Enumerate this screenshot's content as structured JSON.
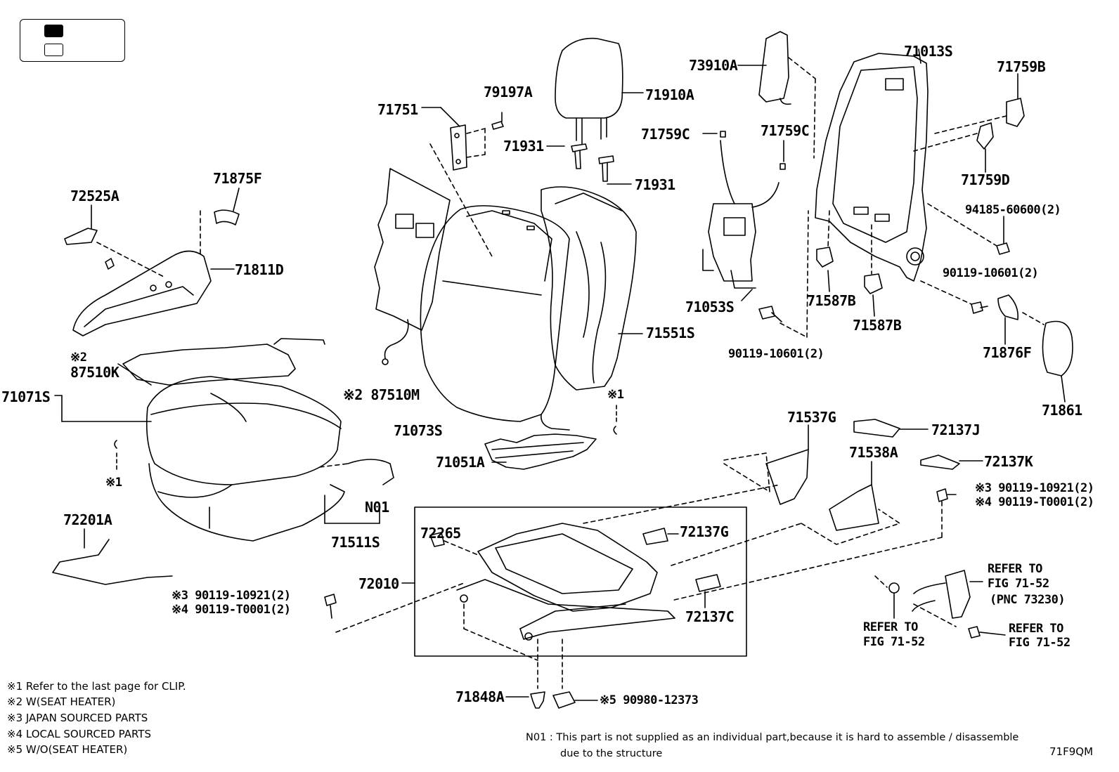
{
  "diagram": {
    "labels": [
      {
        "id": "71013S",
        "text": "71013S"
      },
      {
        "id": "71759B",
        "text": "71759B"
      },
      {
        "id": "73910A",
        "text": "73910A"
      },
      {
        "id": "71910A",
        "text": "71910A"
      },
      {
        "id": "79197A",
        "text": "79197A"
      },
      {
        "id": "71751",
        "text": "71751"
      },
      {
        "id": "71759C_a",
        "text": "71759C"
      },
      {
        "id": "71759C_b",
        "text": "71759C"
      },
      {
        "id": "71931_a",
        "text": "71931"
      },
      {
        "id": "71931_b",
        "text": "71931"
      },
      {
        "id": "71759D",
        "text": "71759D"
      },
      {
        "id": "71875F",
        "text": "71875F"
      },
      {
        "id": "72525A",
        "text": "72525A"
      },
      {
        "id": "94185",
        "text": "94185-60600(2)"
      },
      {
        "id": "71811D",
        "text": "71811D"
      },
      {
        "id": "90119_10601_r",
        "text": "90119-10601(2)"
      },
      {
        "id": "71053S",
        "text": "71053S"
      },
      {
        "id": "71587B_a",
        "text": "71587B"
      },
      {
        "id": "71587B_b",
        "text": "71587B"
      },
      {
        "id": "71876F",
        "text": "71876F"
      },
      {
        "id": "71551S",
        "text": "71551S"
      },
      {
        "id": "90119_10601_c",
        "text": "90119-10601(2)"
      },
      {
        "id": "87510K_mark",
        "text": "※2"
      },
      {
        "id": "87510K",
        "text": "87510K"
      },
      {
        "id": "71071S",
        "text": "71071S"
      },
      {
        "id": "87510M",
        "text": "※2 87510M"
      },
      {
        "id": "x1_a",
        "text": "※1"
      },
      {
        "id": "71861",
        "text": "71861"
      },
      {
        "id": "71073S",
        "text": "71073S"
      },
      {
        "id": "71537G",
        "text": "71537G"
      },
      {
        "id": "72137J",
        "text": "72137J"
      },
      {
        "id": "71051A",
        "text": "71051A"
      },
      {
        "id": "71538A",
        "text": "71538A"
      },
      {
        "id": "72137K",
        "text": "72137K"
      },
      {
        "id": "x1_b",
        "text": "※1"
      },
      {
        "id": "90119_10921_r",
        "text": "※3 90119-10921(2)"
      },
      {
        "id": "90119_T0001_r",
        "text": "※4 90119-T0001(2)"
      },
      {
        "id": "N01",
        "text": "N01"
      },
      {
        "id": "72201A",
        "text": "72201A"
      },
      {
        "id": "72265",
        "text": "72265"
      },
      {
        "id": "72137G",
        "text": "72137G"
      },
      {
        "id": "71511S",
        "text": "71511S"
      },
      {
        "id": "72010",
        "text": "72010"
      },
      {
        "id": "refer_71_52_a",
        "text": "REFER TO"
      },
      {
        "id": "refer_71_52_a2",
        "text": "FIG 71-52"
      },
      {
        "id": "pnc",
        "text": "(PNC 73230)"
      },
      {
        "id": "90119_10921_l",
        "text": "※3 90119-10921(2)"
      },
      {
        "id": "90119_T0001_l",
        "text": "※4 90119-T0001(2)"
      },
      {
        "id": "72137C",
        "text": "72137C"
      },
      {
        "id": "refer_71_52_b",
        "text": "REFER TO"
      },
      {
        "id": "refer_71_52_b2",
        "text": "FIG 71-52"
      },
      {
        "id": "refer_71_52_c",
        "text": "REFER TO"
      },
      {
        "id": "refer_71_52_c2",
        "text": "FIG 71-52"
      },
      {
        "id": "71848A",
        "text": "71848A"
      },
      {
        "id": "90980",
        "text": "※5 90980-12373"
      }
    ],
    "footnotes": [
      "※1  Refer to the last page for CLIP.",
      "※2  W(SEAT HEATER)",
      "※3  JAPAN SOURCED PARTS",
      "※4  LOCAL SOURCED PARTS",
      "※5  W/O(SEAT HEATER)"
    ],
    "n01_note_line1": "N01 : This part is not supplied as an individual part,because it is hard to assemble / disassemble",
    "n01_note_line2": "due to the structure",
    "diagram_code": "71F9QM"
  }
}
